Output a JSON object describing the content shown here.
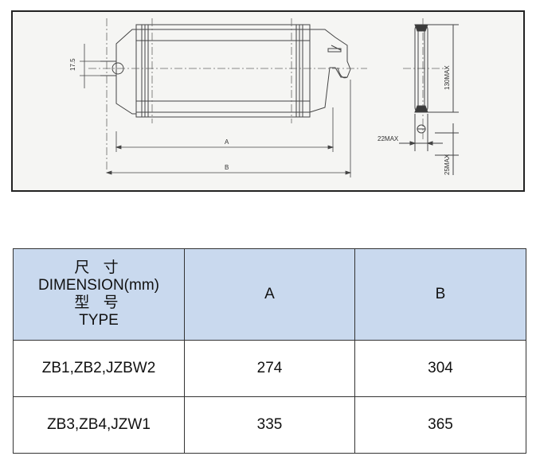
{
  "drawing": {
    "labels": {
      "dim_a": "A",
      "dim_b": "B",
      "slot_height": "17.5",
      "height_max": "130MAX",
      "width_max": "22MAX",
      "base_max": "25MAX"
    }
  },
  "table": {
    "header": {
      "corner_line1": "尺 寸",
      "corner_line2": "DIMENSION(mm)",
      "corner_line3": "型 号",
      "corner_line4": "TYPE",
      "col_a": "A",
      "col_b": "B"
    },
    "rows": [
      {
        "type": "ZB1,ZB2,JZBW2",
        "a": "274",
        "b": "304"
      },
      {
        "type": "ZB3,ZB4,JZW1",
        "a": "335",
        "b": "365"
      }
    ]
  }
}
